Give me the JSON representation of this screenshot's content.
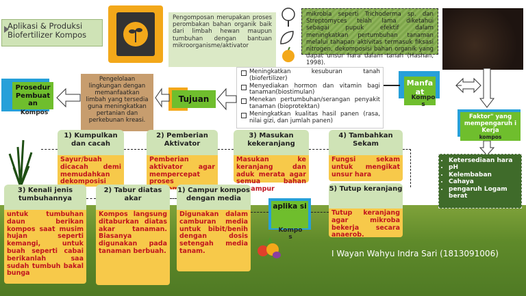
{
  "title": "Aplikasi & Produksi Biofertilizer Kompos",
  "definition": "Pengomposan merupakan proses perombakan bahan organik baik dari limbah hewan maupun tumbuhan dengan bantuan mikroorganisme/aktivator",
  "microbes_text": "mikrobia seperti Trichoderma sp. dan Streptomyces telah lama diketahui sebagai pupuk efektif dalam meningkatkan pertumbuhan tanaman melalui tahapan aktivitas termasuk fiksasi nitrogen, dekomposisi bahan organik yang dapat unsur hara dalam tanah (Hashan, 1998).",
  "benefits": [
    "Meningkatkan kesuburan tanah (biofertilizer)",
    "Menyediakan hormon dan vitamin bagi tanaman(biostimulan)",
    "Menekan pertumbuhan/serangan penyakit tanaman (bioprotektan)",
    "Meningkatkan kualitas hasil panen (rasa, nilai gizi, dan jumlah panen)"
  ],
  "manfaat_label": "Manfa at",
  "manfaat_sub": "Kompo s",
  "faktor_label": "Faktor\" yang mempengaruh i Kerja",
  "faktor_sub": "kompos",
  "faktor_items": [
    "Ketersediaan hara",
    "pH",
    "Kelembaban",
    "Cahaya",
    "pengaruh Logam berat"
  ],
  "tujuan_label": "Tujuan",
  "pengelolaan_text": "Pengelolaan lingkungan dengan memanfaatkan limbah yang tersedia guna meningkatkan pertanian dan perkebunan kreasi.",
  "prosedur_label": "Prosedur Pembuat an",
  "prosedur_sub": "Kompos",
  "steps": [
    {
      "title": "1) Kumpulkan dan cacah",
      "body": "Sayur/buah dicacah demi memudahkan dekomposisi"
    },
    {
      "title": "2) Pemberian Aktivator",
      "body": "Pemberian aktivator agar mempercepat proses pengomposan"
    },
    {
      "title": "3) Masukan kekeranjang",
      "body": "Masukan ke keranjang dan aduk merata agar semua bahan tercampur"
    },
    {
      "title": "4) Tambahkan Sekam",
      "body": "Fungsi sekam untuk mengikat unsur hara"
    },
    {
      "title": "5) Tutup keranjang",
      "body": "Tutup keranjang agar mikroba bekerja secara anaerob."
    }
  ],
  "aplikasi_label": "aplika si",
  "aplikasi_sub": "Kompo s",
  "app_steps": [
    {
      "title": "3) Kenali jenis tumbuhannya",
      "body": "untuk tumbuhan daun berikan kompos saat musim hujan seperti kemangi, untuk buah seperti cabai berikanlah saa sudah tumbuh bakal bunga"
    },
    {
      "title": "2) Tabur diatas akar",
      "body": "Kompos langsung ditaburkan diatas akar tanaman. Biasanya digunakan pada tanaman berbuah."
    },
    {
      "title": "1) Campur kompos dengan media",
      "body": "Digunakan dalam camburan media untuk bibit/benih dengan dosis setengah media tanam."
    }
  ],
  "author": "I Wayan Wahyu Indra Sari (1813091006)"
}
